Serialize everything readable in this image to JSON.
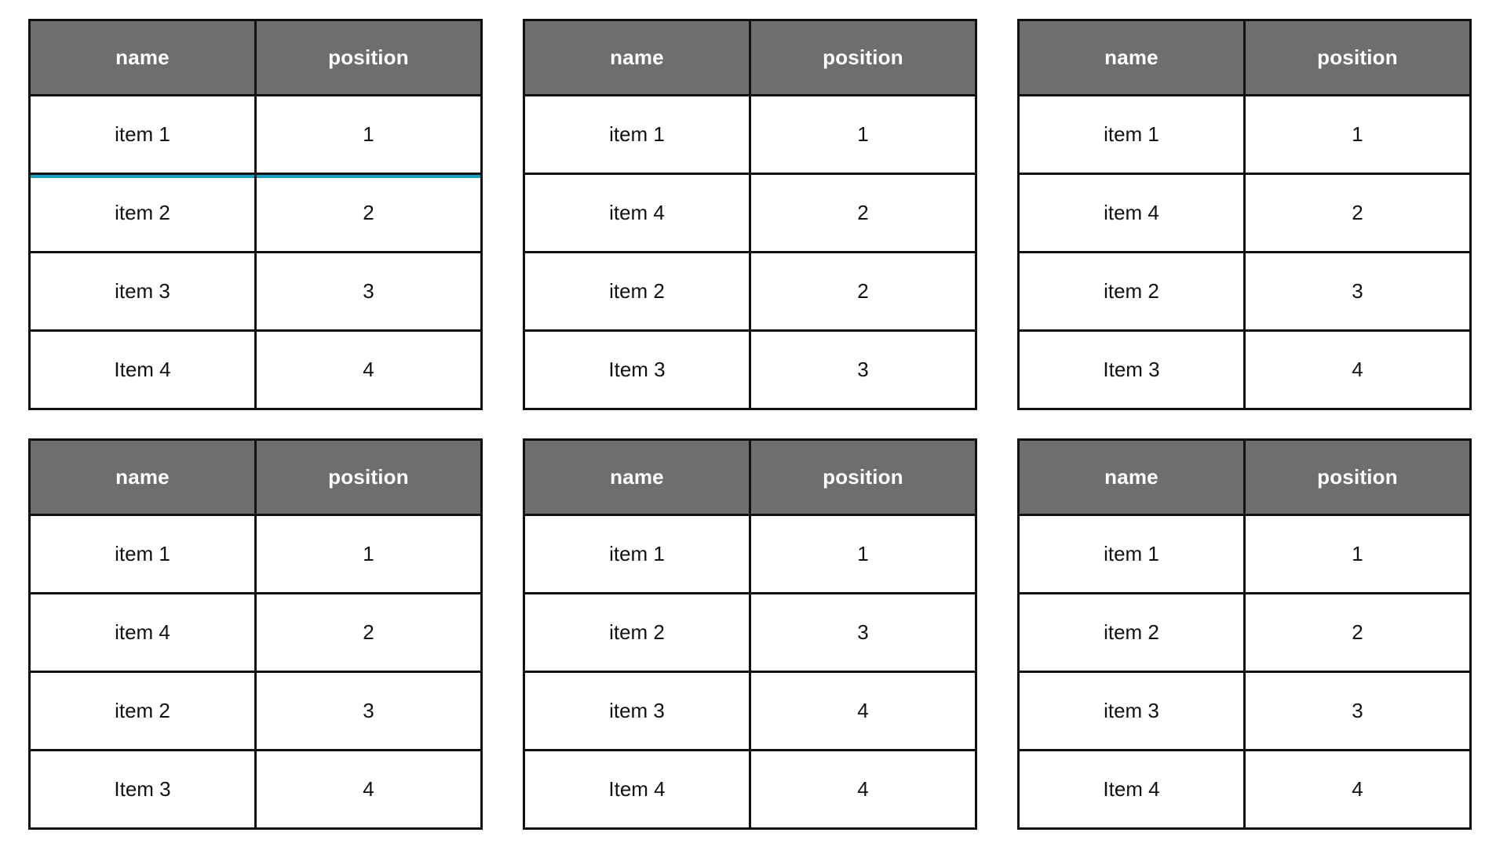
{
  "colors": {
    "header_bg": "#6e6e6e",
    "header_text": "#ffffff",
    "border": "#111111",
    "highlight_blue": "#e8f6fc",
    "highlight_green": "#f0f9e2",
    "drop_indicator": "#15a0bf",
    "page_bg": "#ffffff"
  },
  "columns": {
    "name": "name",
    "position": "position"
  },
  "tables": [
    {
      "id": "table-1",
      "columns": [
        "name",
        "position"
      ],
      "drop_indicator": "after-row-1",
      "rows": [
        {
          "name": "item 1",
          "position": "1",
          "highlight": "none"
        },
        {
          "name": "item 2",
          "position": "2",
          "highlight": "none"
        },
        {
          "name": "item 3",
          "position": "3",
          "highlight": "none"
        },
        {
          "name": "Item 4",
          "position": "4",
          "highlight": "blue"
        }
      ]
    },
    {
      "id": "table-2",
      "columns": [
        "name",
        "position"
      ],
      "drop_indicator": "none",
      "rows": [
        {
          "name": "item 1",
          "position": "1",
          "highlight": "none"
        },
        {
          "name": "item 4",
          "position": "2",
          "highlight": "green"
        },
        {
          "name": "item 2",
          "position": "2",
          "highlight": "none"
        },
        {
          "name": "Item 3",
          "position": "3",
          "highlight": "none"
        }
      ]
    },
    {
      "id": "table-3",
      "columns": [
        "name",
        "position"
      ],
      "drop_indicator": "none",
      "rows": [
        {
          "name": "item 1",
          "position": "1",
          "highlight": "none"
        },
        {
          "name": "item 4",
          "position": "2",
          "highlight": "none"
        },
        {
          "name": "item 2",
          "position": "3",
          "highlight": "green"
        },
        {
          "name": "Item 3",
          "position": "4",
          "highlight": "green"
        }
      ]
    },
    {
      "id": "table-4",
      "columns": [
        "name",
        "position"
      ],
      "drop_indicator": "table-bottom",
      "rows": [
        {
          "name": "item 1",
          "position": "1",
          "highlight": "none"
        },
        {
          "name": "item 4",
          "position": "2",
          "highlight": "blue"
        },
        {
          "name": "item 2",
          "position": "3",
          "highlight": "none"
        },
        {
          "name": "Item 3",
          "position": "4",
          "highlight": "none"
        }
      ]
    },
    {
      "id": "table-5",
      "columns": [
        "name",
        "position"
      ],
      "drop_indicator": "none",
      "rows": [
        {
          "name": "item 1",
          "position": "1",
          "highlight": "none"
        },
        {
          "name": "item 2",
          "position": "3",
          "highlight": "none"
        },
        {
          "name": "item 3",
          "position": "4",
          "highlight": "none"
        },
        {
          "name": "Item 4",
          "position": "4",
          "highlight": "green"
        }
      ]
    },
    {
      "id": "table-6",
      "columns": [
        "name",
        "position"
      ],
      "drop_indicator": "none",
      "rows": [
        {
          "name": "item 1",
          "position": "1",
          "highlight": "none"
        },
        {
          "name": "item 2",
          "position": "2",
          "highlight": "green"
        },
        {
          "name": "item 3",
          "position": "3",
          "highlight": "green"
        },
        {
          "name": "Item 4",
          "position": "4",
          "highlight": "none"
        }
      ]
    }
  ]
}
